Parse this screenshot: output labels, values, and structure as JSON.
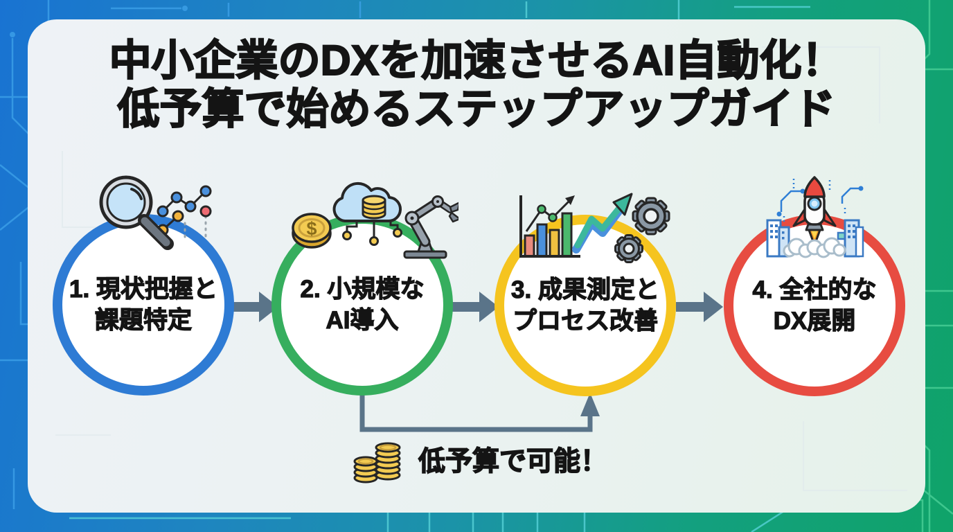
{
  "infographic": {
    "title": {
      "line1": "中小企業のDXを加速させるAI自動化！",
      "line2": "低予算で始めるステップアップガイド"
    },
    "steps": [
      {
        "number": "1",
        "line1": "1. 現状把握と",
        "line2": "課題特定",
        "ring_color": "#2e7bd4",
        "icons": [
          "magnifying-glass-icon",
          "scatter-plot-icon"
        ]
      },
      {
        "number": "2",
        "line1": "2. 小規模な",
        "line2": "AI導入",
        "ring_color": "#36ae5e",
        "icons": [
          "dollar-coin-icon",
          "cloud-data-icon",
          "robot-arm-icon"
        ]
      },
      {
        "number": "3",
        "line1": "3. 成果測定と",
        "line2": "プロセス改善",
        "ring_color": "#f5c41f",
        "icons": [
          "bar-chart-icon",
          "growth-arrow-icon",
          "gears-icon"
        ]
      },
      {
        "number": "4",
        "line1": "4. 全社的な",
        "line2": "DX展開",
        "ring_color": "#e74c41",
        "icons": [
          "rocket-launch-icon",
          "city-buildings-icon"
        ]
      }
    ],
    "flow": {
      "arrow_color": "#5a7489",
      "loop_note": {
        "text": "低予算で可能！",
        "icon": "coin-stack-icon"
      }
    },
    "coin_symbol": "$",
    "colors": {
      "background_left": "#1973d2",
      "background_middle": "#1b93a8",
      "background_right": "#10a369",
      "card_background": "#edf2f4",
      "title_text": "#141414",
      "arrow": "#5a7489",
      "ring_blue": "#2e7bd4",
      "ring_green": "#36ae5e",
      "ring_yellow": "#f5c41f",
      "ring_red": "#e74c41",
      "coin_gold": "#f3cb52",
      "trace_blue": "#3fa3ea",
      "trace_green": "#4ad097"
    }
  }
}
